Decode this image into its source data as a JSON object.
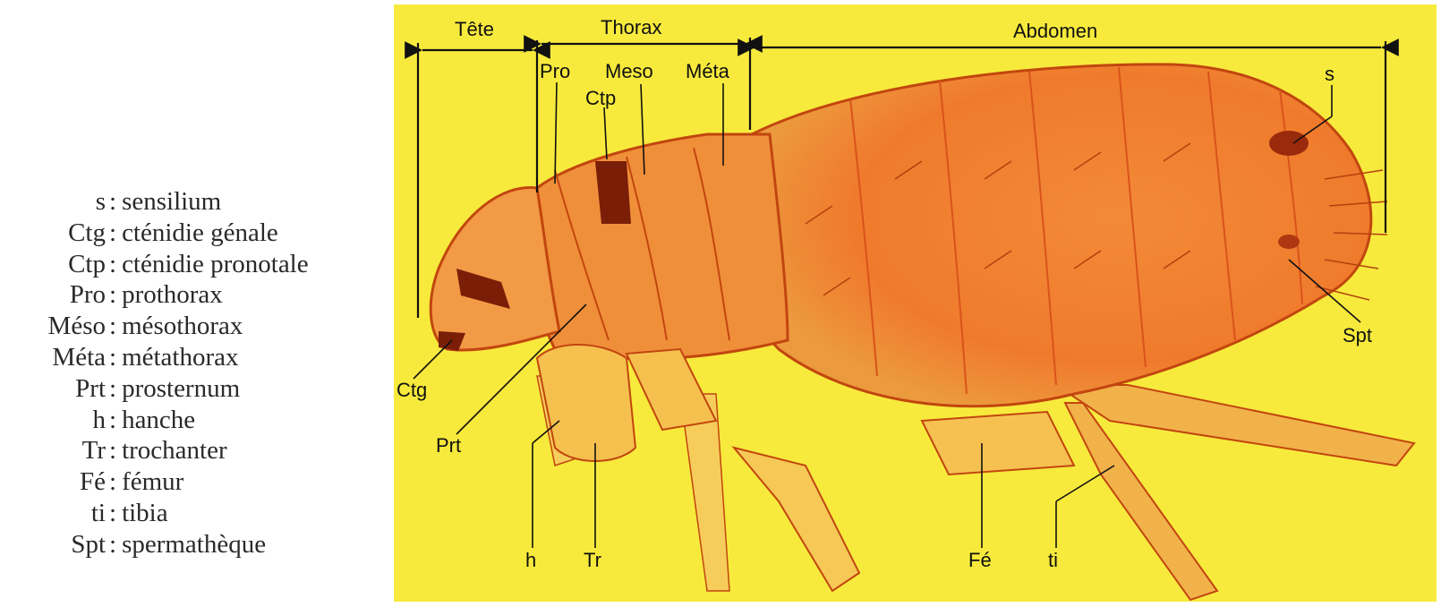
{
  "legend": [
    {
      "abbr": "s",
      "term": "sensilium"
    },
    {
      "abbr": "Ctg",
      "term": "cténidie génale"
    },
    {
      "abbr": "Ctp",
      "term": "cténidie pronotale"
    },
    {
      "abbr": "Pro",
      "term": "prothorax"
    },
    {
      "abbr": "Méso",
      "term": "mésothorax"
    },
    {
      "abbr": "Méta",
      "term": "métathorax"
    },
    {
      "abbr": "Prt",
      "term": "prosternum"
    },
    {
      "abbr": "h",
      "term": "hanche"
    },
    {
      "abbr": "Tr",
      "term": "trochanter"
    },
    {
      "abbr": "Fé",
      "term": "fémur"
    },
    {
      "abbr": "ti",
      "term": "tibia"
    },
    {
      "abbr": "Spt",
      "term": "spermathèque"
    }
  ],
  "regions": {
    "head": "Tête",
    "thorax": "Thorax",
    "abdomen": "Abdomen"
  },
  "labels": {
    "pro": "Pro",
    "meso": "Meso",
    "meta": "Méta",
    "ctp": "Ctp",
    "s": "s",
    "spt": "Spt",
    "ctg": "Ctg",
    "prt": "Prt",
    "h": "h",
    "tr": "Tr",
    "fe": "Fé",
    "ti": "ti"
  },
  "colors": {
    "background": "#f7ea3c",
    "body": "#f07a2c",
    "outline": "#c2460f",
    "ink": "#111111"
  }
}
